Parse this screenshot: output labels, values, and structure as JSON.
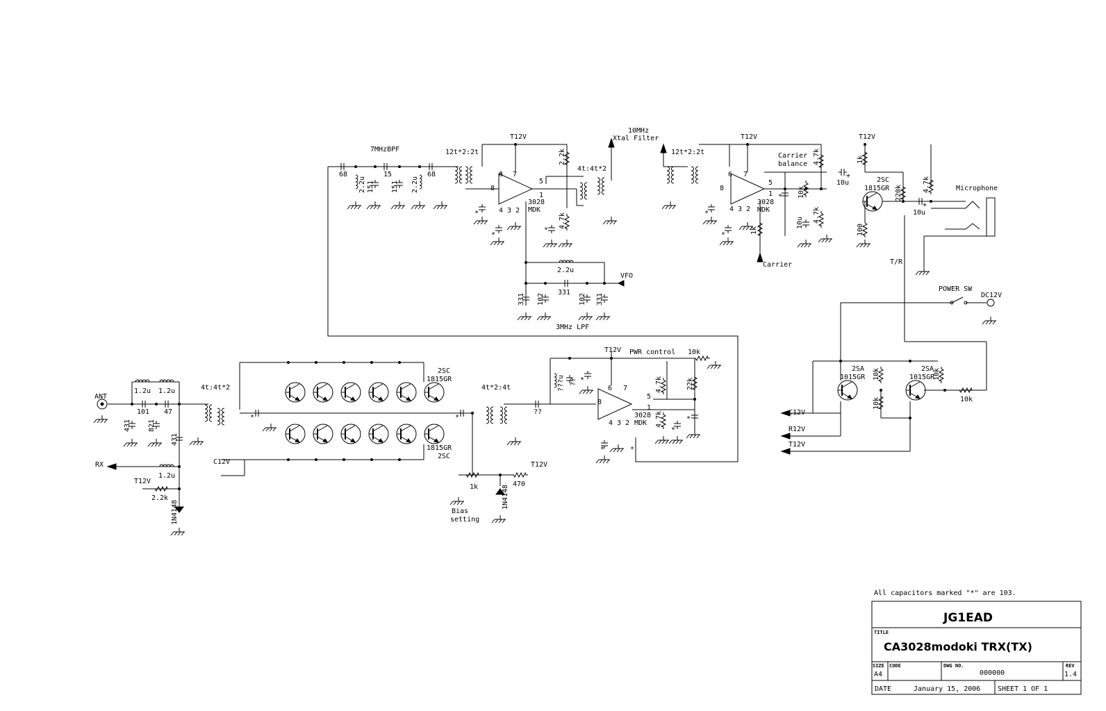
{
  "sections": {
    "bpf": "7MHzBPF",
    "lpf": "3MHz LPF",
    "xtal_filter_line1": "10MHz",
    "xtal_filter_line2": "Xtal Filter"
  },
  "supplies": {
    "t12v": "T12V",
    "c12v": "C12V",
    "r12v": "R12V",
    "dc12v": "DC12V"
  },
  "signals": {
    "ant": "ANT",
    "rx": "RX",
    "vfo": "VFO",
    "carrier": "Carrier",
    "microphone": "Microphone",
    "tr": "T/R",
    "power_sw": "POWER SW",
    "pwr_control": "PWR control",
    "carrier_balance_1": "Carrier",
    "carrier_balance_2": "balance",
    "bias_1": "Bias",
    "bias_2": "setting"
  },
  "ics": {
    "name": "3028",
    "suffix": "MDK",
    "pins": [
      "6",
      "7",
      "8",
      "1",
      "5",
      "4",
      "3",
      "2"
    ]
  },
  "transformers": {
    "mixer_in": "12t*2:2t",
    "mixer_out": "4t:4t*2",
    "pa_in": "4t:4t*2",
    "pa_out": "4t*2:4t"
  },
  "transistors": {
    "pa_type_1": "2SC",
    "pa_type_2": "1815GR",
    "audio_type_1": "2SC",
    "audio_type_2": "1815GR",
    "sw_type_1": "2SA",
    "sw_type_2": "1015GR"
  },
  "components": {
    "c68": "68",
    "c15": "15",
    "c151": "151",
    "l22u": "2.2u",
    "r22k": "2.2k",
    "r47k": "4.7k",
    "r1k": "1k",
    "r10k": "10k",
    "r22k_big": "22k",
    "r220k": "220k",
    "r100": "100",
    "r470": "470",
    "c10u": "10u",
    "c331": "331",
    "c102": "102",
    "c101": "101",
    "c47": "47",
    "c431": "431",
    "c821": "821",
    "l12u": "1.2u",
    "unknown_l": "???u",
    "unknown_c": "??",
    "diode": "1N4148",
    "star": "*",
    "plus": "+"
  },
  "note": "All capacitors marked \"*\" are 103.",
  "title_block": {
    "author": "JG1EAD",
    "title_label": "TITLE",
    "title": "CA3028modoki TRX(TX)",
    "size_label": "SIZE",
    "size": "A4",
    "code_label": "CODE",
    "dwg_label": "DWG NO.",
    "dwg": "000000",
    "rev_label": "REV",
    "rev": "1.4",
    "date_label": "DATE",
    "date": "January 15, 2006",
    "sheet": "SHEET 1 OF 1"
  },
  "colors": {
    "ink": "#000000",
    "paper": "#ffffff"
  }
}
